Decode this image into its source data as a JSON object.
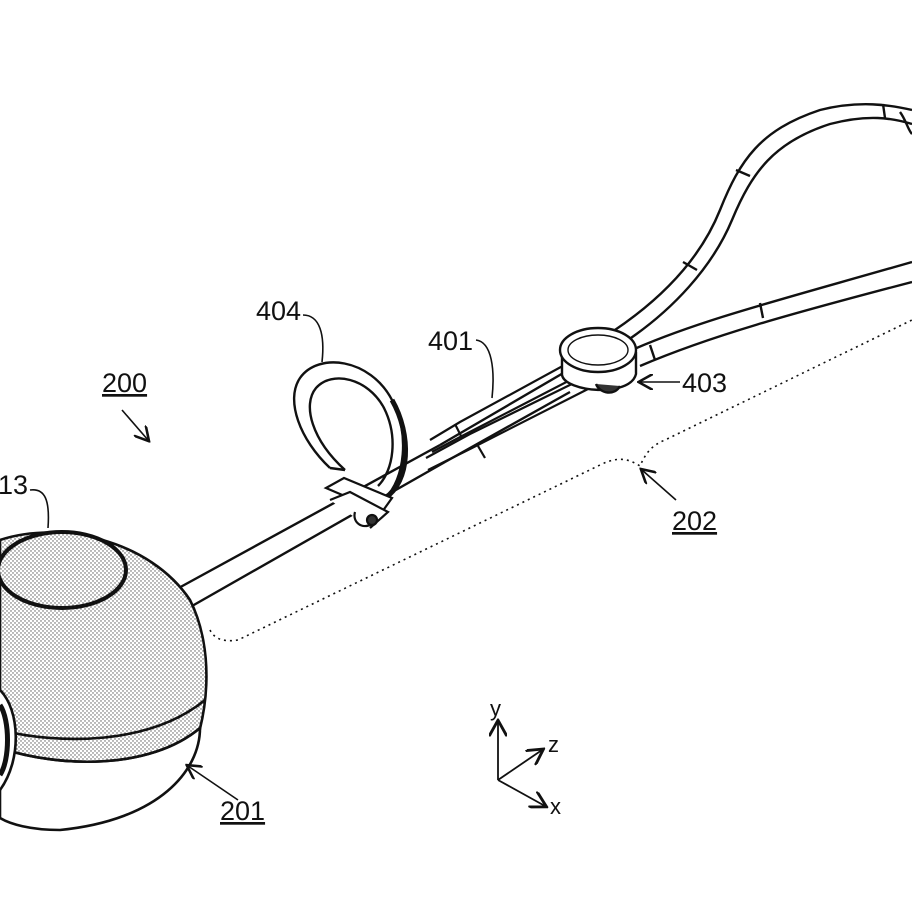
{
  "labels": {
    "device": "200",
    "ball_unit": "201",
    "cord_unit": "202",
    "cord": "401",
    "slider": "403",
    "ear_hook": "404",
    "button": "13"
  },
  "axes": {
    "y": "y",
    "z": "z",
    "x": "x"
  }
}
